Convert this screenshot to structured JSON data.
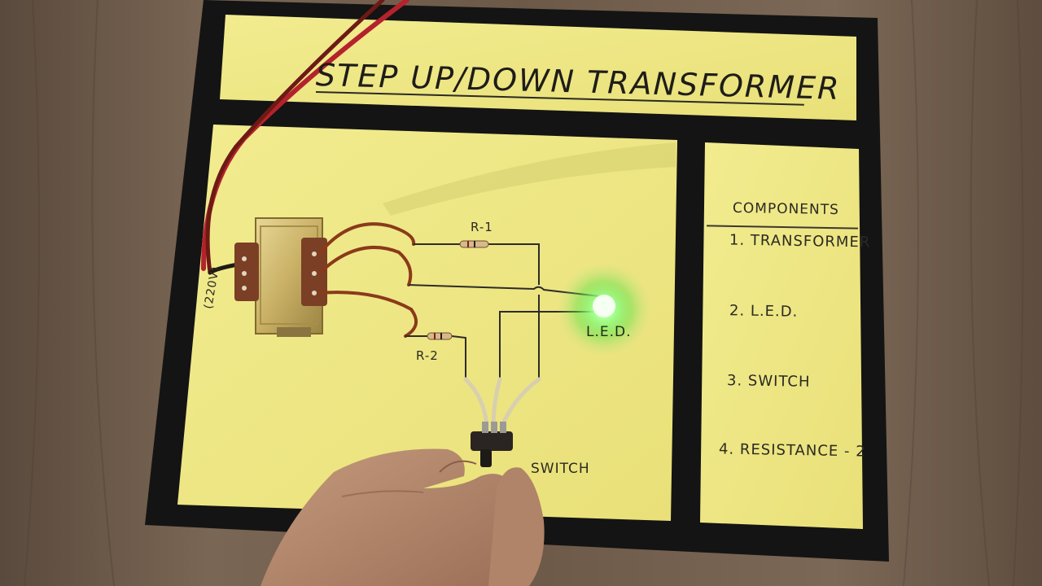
{
  "title": "STEP UP/DOWN TRANSFORMER",
  "components_heading": "COMPONENTS",
  "components": [
    "1. TRANSFORMER",
    "2. L.E.D.",
    "3. SWITCH",
    "4. RESISTANCE - 2"
  ],
  "circuit_labels": {
    "r1": "R-1",
    "r2": "R-2",
    "led": "L.E.D.",
    "switch": "SWITCH",
    "voltage": "(220V)"
  },
  "colors": {
    "board_yellow": "#f0e98a",
    "border_black": "#141414",
    "table_wood": "#6b5a49",
    "led_glow": "#7dff6a",
    "wire_copper": "#8a3a1a",
    "cable_red": "#b5222c"
  }
}
